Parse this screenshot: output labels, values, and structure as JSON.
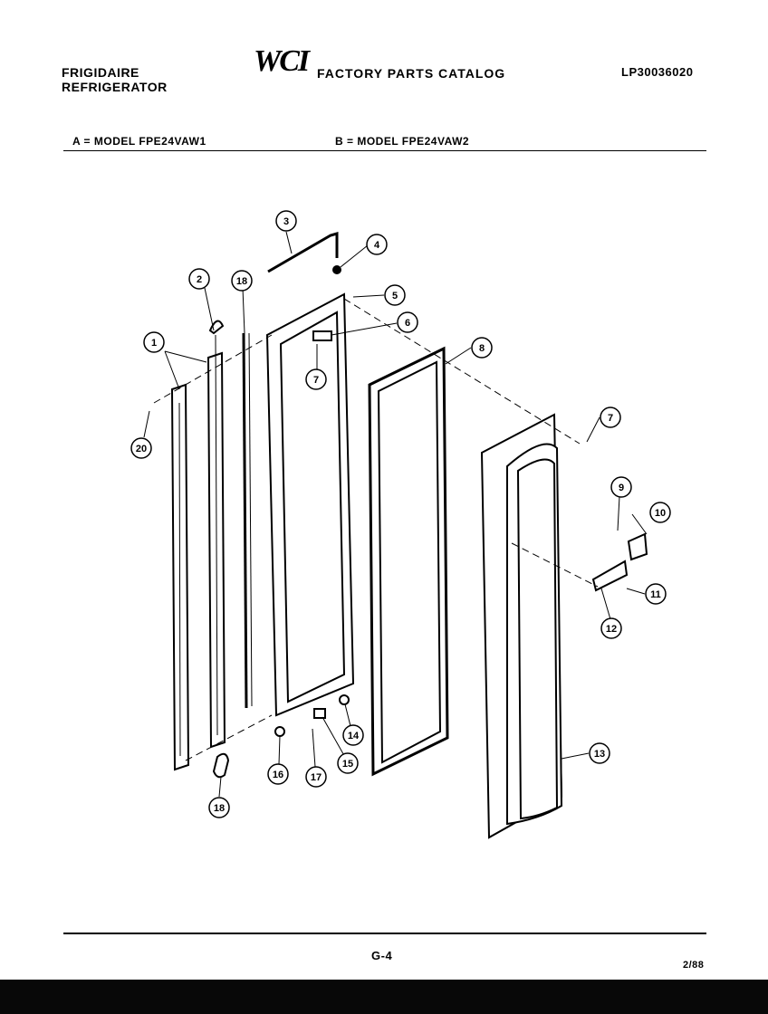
{
  "header": {
    "brand_line1": "FRIGIDAIRE",
    "brand_line2": "REFRIGERATOR",
    "logo": "WCI",
    "catalog_title": "FACTORY PARTS CATALOG",
    "catalog_number": "LP30036020"
  },
  "models": {
    "a": "A = MODEL FPE24VAW1",
    "b": "B = MODEL FPE24VAW2"
  },
  "callouts": [
    "1",
    "2",
    "3",
    "4",
    "5",
    "6",
    "7",
    "8",
    "7",
    "9",
    "10",
    "11",
    "12",
    "13",
    "14",
    "15",
    "16",
    "17",
    "18",
    "18",
    "20"
  ],
  "footer": {
    "page": "G-4",
    "date": "2/88"
  }
}
